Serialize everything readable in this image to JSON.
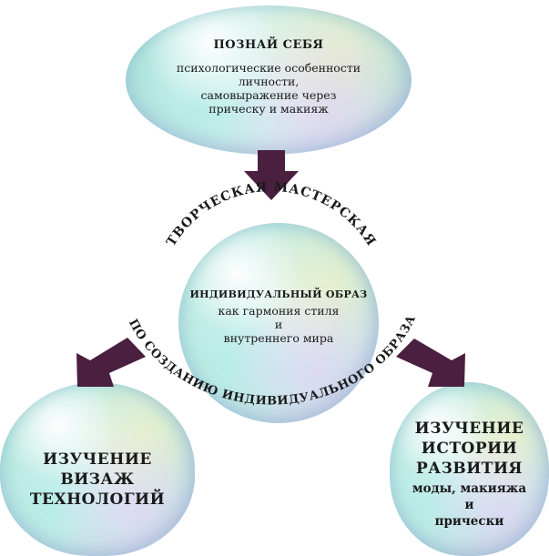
{
  "top": {
    "title": "ПОЗНАЙ СЕБЯ",
    "line1": "психологические особенности",
    "line2": "личности,",
    "line3": "самовыражение через",
    "line4": "прическу и макияж"
  },
  "center": {
    "title": "ИНДИВИДУАЛЬНЫЙ ОБРАЗ",
    "line1": "как гармония стиля",
    "line2": "и",
    "line3": "внутреннего мира"
  },
  "arc_top_text": "ТВОРЧЕСКАЯ МАСТЕРСКАЯ",
  "arc_bottom_text": "ПО СОЗДАНИЮ ИНДИВИДУАЛЬНОГО ОБРАЗА",
  "left": {
    "line1": "ИЗУЧЕНИЕ",
    "line2": "ВИЗАЖ",
    "line3": "ТЕХНОЛОГИЙ"
  },
  "right": {
    "line1": "ИЗУЧЕНИЕ",
    "line2": "ИСТОРИИ",
    "line3": "РАЗВИТИЯ",
    "line4": "моды, макияжа",
    "line5": "и",
    "line6": "прически"
  },
  "colors": {
    "arrow": "#4a1f3f",
    "text": "#1a1a1a"
  }
}
